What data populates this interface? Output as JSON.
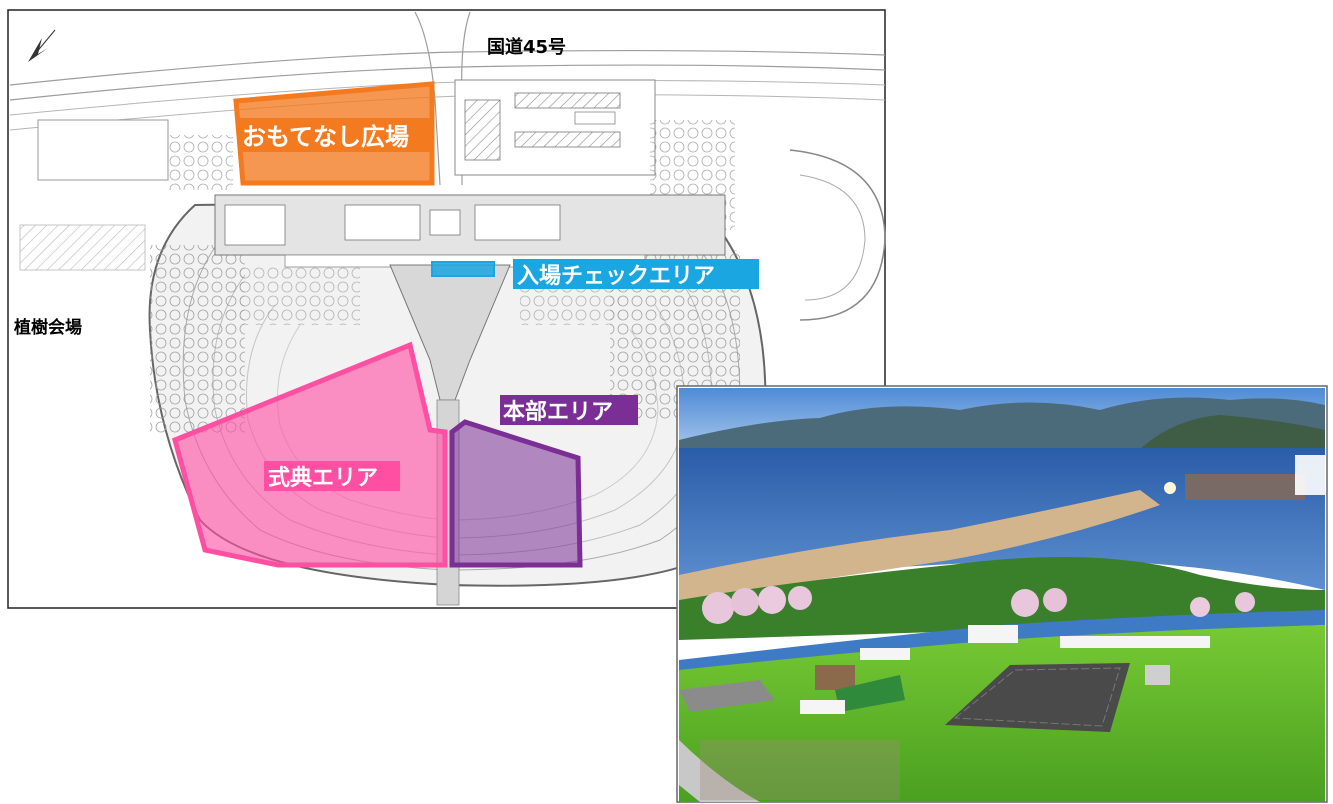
{
  "map": {
    "road_label": "国道45号",
    "omotenashi_label": "おもてなし広場",
    "entry_label": "入場チェックエリア",
    "planting_label": "植樹会場",
    "honbu_label": "本部エリア",
    "shikiten_label": "式典エリア",
    "colors": {
      "omotenashi": "#f47a20",
      "entry": "#1aa6e0",
      "shikiten": "#ff4fa3",
      "honbu": "#7b2f96"
    }
  },
  "photo": {
    "icon": "aerial-rendering-image"
  }
}
